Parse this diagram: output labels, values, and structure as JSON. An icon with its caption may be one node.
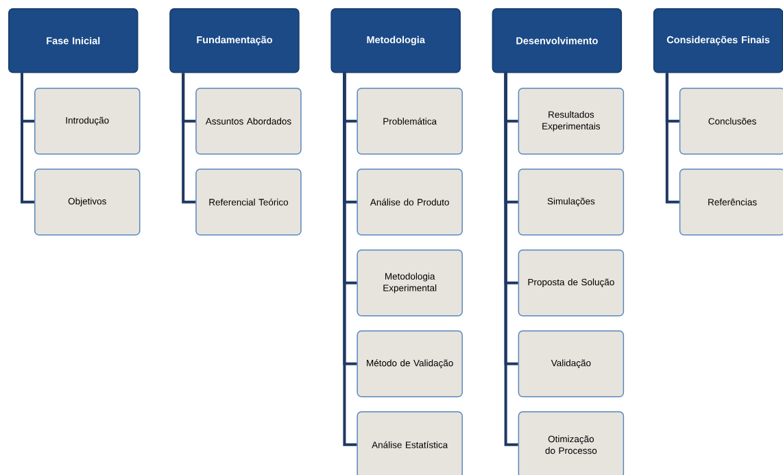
{
  "diagram": {
    "nodes": [
      {
        "text": [
          "Fase Inicial"
        ]
      },
      {
        "text": [
          "Introdução"
        ]
      },
      {
        "text": [
          "Objetivos"
        ]
      },
      {
        "text": [
          "Fundamentação"
        ]
      },
      {
        "text": [
          "Assuntos Abordados"
        ]
      },
      {
        "text": [
          "Referencial Teórico"
        ]
      },
      {
        "text": [
          "Metodologia"
        ]
      },
      {
        "text": [
          "Problemática"
        ]
      },
      {
        "text": [
          "Análise do Produto"
        ]
      },
      {
        "text": [
          "Metodologia Experimental"
        ]
      },
      {
        "text": [
          "Método de Validação"
        ]
      },
      {
        "text": [
          "Análise Estatística"
        ]
      },
      {
        "text": [
          "Desenvolvimento"
        ]
      },
      {
        "text": [
          "Resultados Experimentais"
        ]
      },
      {
        "text": [
          "Simulações"
        ]
      },
      {
        "text": [
          "Proposta de Solução"
        ]
      },
      {
        "text": [
          "Validação"
        ]
      },
      {
        "text": [
          "Otimização do Processo"
        ]
      },
      {
        "text": [
          "Considerações Finais"
        ]
      },
      {
        "text": [
          "Conclusões"
        ]
      },
      {
        "text": [
          "Referências"
        ]
      }
    ],
    "edges": [
      {
        "from": 0,
        "to": 1,
        "arrow": "none"
      },
      {
        "from": 0,
        "to": 2,
        "arrow": "none"
      },
      {
        "from": 3,
        "to": 4,
        "arrow": "none"
      },
      {
        "from": 3,
        "to": 5,
        "arrow": "none"
      },
      {
        "from": 6,
        "to": 7,
        "arrow": "none"
      },
      {
        "from": 6,
        "to": 8,
        "arrow": "none"
      },
      {
        "from": 6,
        "to": 9,
        "arrow": "none"
      },
      {
        "from": 6,
        "to": 10,
        "arrow": "none"
      },
      {
        "from": 6,
        "to": 11,
        "arrow": "none"
      },
      {
        "from": 12,
        "to": 13,
        "arrow": "none"
      },
      {
        "from": 12,
        "to": 14,
        "arrow": "none"
      },
      {
        "from": 12,
        "to": 15,
        "arrow": "none"
      },
      {
        "from": 12,
        "to": 16,
        "arrow": "none"
      },
      {
        "from": 12,
        "to": 17,
        "arrow": "none"
      },
      {
        "from": 18,
        "to": 19,
        "arrow": "none"
      },
      {
        "from": 18,
        "to": 20,
        "arrow": "none"
      }
    ]
  }
}
